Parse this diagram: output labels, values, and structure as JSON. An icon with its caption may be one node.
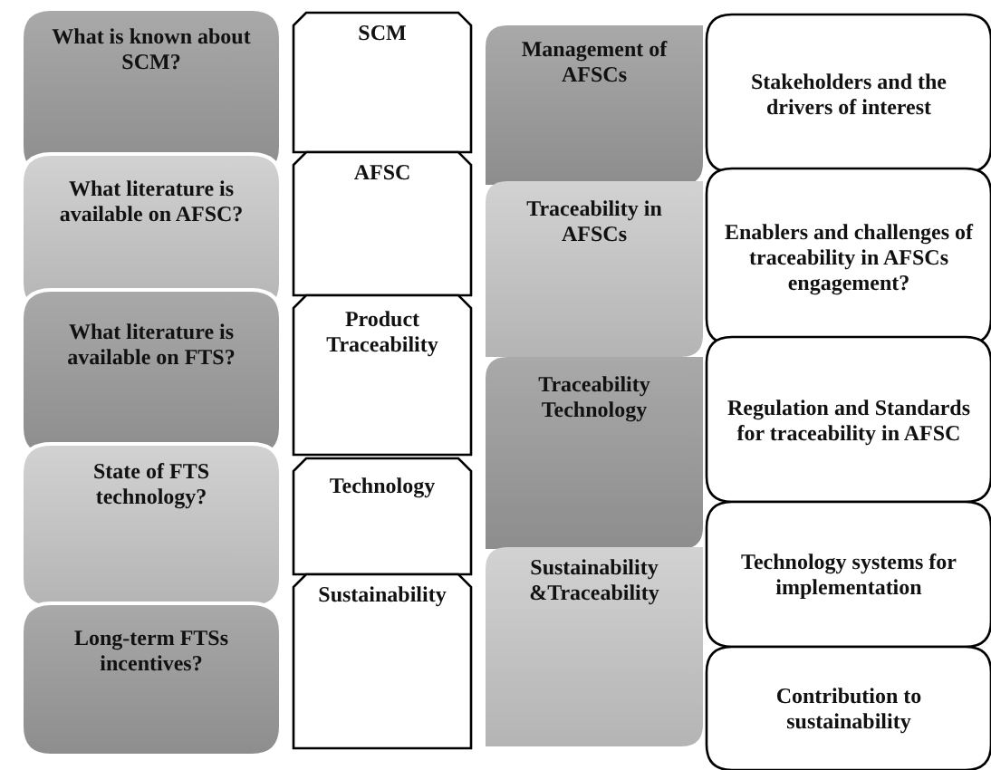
{
  "diagram": {
    "nodes": [
      {
        "text": [
          "What is known about SCM?"
        ]
      },
      {
        "text": [
          "What literature is available on AFSC?"
        ]
      },
      {
        "text": [
          "What literature is available on FTS?"
        ]
      },
      {
        "text": [
          "State of FTS technology?"
        ]
      },
      {
        "text": [
          "Long-term FTSs incentives?"
        ]
      },
      {
        "text": [
          "SCM"
        ]
      },
      {
        "text": [
          "AFSC"
        ]
      },
      {
        "text": [
          "Product Traceability"
        ]
      },
      {
        "text": [
          "Technology"
        ]
      },
      {
        "text": [
          "Sustainability"
        ]
      },
      {
        "text": [
          "Management of AFSCs"
        ]
      },
      {
        "text": [
          "Traceability in AFSCs"
        ]
      },
      {
        "text": [
          "Traceability Technology"
        ]
      },
      {
        "text": [
          "Sustainability &Traceability"
        ]
      },
      {
        "text": [
          "Stakeholders and the drivers of interest"
        ]
      },
      {
        "text": [
          "Enablers and challenges of traceability in AFSCs engagement?"
        ]
      },
      {
        "text": [
          "Regulation and Standards for traceability in AFSC"
        ]
      },
      {
        "text": [
          "Technology systems for implementation"
        ]
      },
      {
        "text": [
          "Contribution to sustainability"
        ]
      }
    ]
  }
}
